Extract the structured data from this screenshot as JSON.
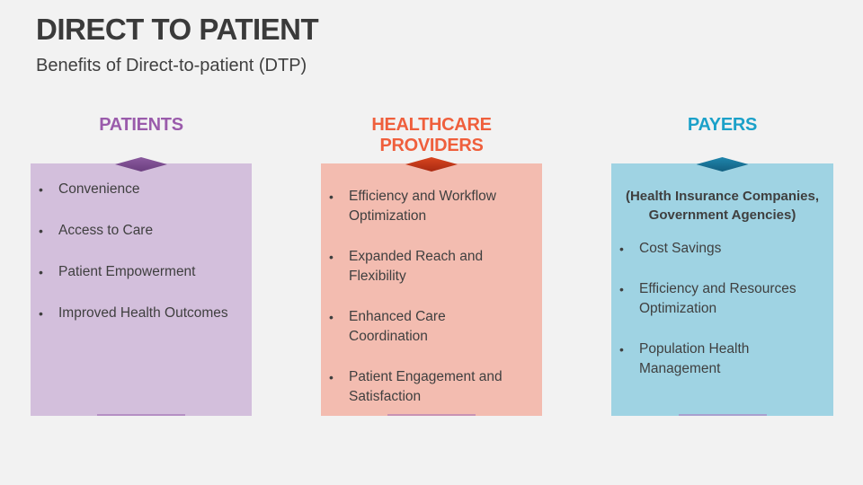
{
  "header": {
    "title": "DIRECT TO PATIENT",
    "subtitle": "Benefits of Direct-to-patient (DTP)"
  },
  "columns": [
    {
      "heading": "PATIENTS",
      "heading_color": "#9a5bab",
      "card_color": "#d3bfdc",
      "diamond_color": "#7a4a8e",
      "bar_color": "#b58fc4",
      "items": [
        "Convenience",
        "Access to Care",
        "Patient Empowerment",
        "Improved Health Outcomes"
      ]
    },
    {
      "heading": "HEALTHCARE PROVIDERS",
      "heading_color": "#ef5f3c",
      "card_color": "#f3bcb0",
      "diamond_color": "#c93a1c",
      "bar_color": "#c993b3",
      "items": [
        "Efficiency and Workflow Optimization",
        "Expanded Reach and Flexibility",
        "Enhanced Care Coordination",
        "Patient Engagement and Satisfaction"
      ]
    },
    {
      "heading": "PAYERS",
      "heading_color": "#1ba1c9",
      "card_color": "#9fd3e3",
      "diamond_color": "#1a7095",
      "bar_color": "#a8a0cf",
      "note": "(Health Insurance Companies, Government Agencies)",
      "items": [
        "Cost Savings",
        "Efficiency and Resources Optimization",
        "Population Health Management"
      ]
    }
  ]
}
